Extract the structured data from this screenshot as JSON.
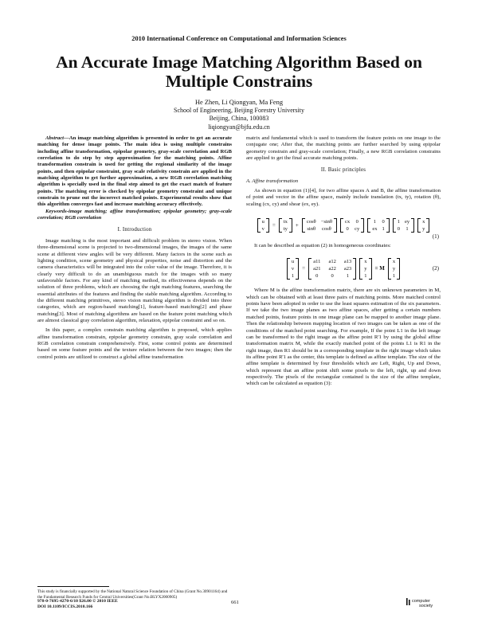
{
  "conference": "2010 International Conference on Computational and Information Sciences",
  "title": "An Accurate Image Matching Algorithm Based on Multiple Constrains",
  "authors": {
    "names": "He Zhen, Li Qiongyan, Ma Feng",
    "affiliation": "School of Engineering, Beijing Forestry University",
    "city": "Beijing, China,  100083",
    "email": "liqiongyan@bjfu.edu.cn"
  },
  "abstract": {
    "label": "Abstract",
    "text": "—An image matching algorithm is presented in order to get an accurate matching for dense image points. The main idea is using multiple constrains including affine transformation, epipolar geometry, gray-scale correlation and RGB correlation to do step by step approximation for the matching points. Affine transformation constrain is used for getting the regional similarity of the image points, and then epipolar constraint, gray scale relativity constrain are applied in the matching algorithm to get further approximation, a new RGB correlation matching algorithm is specially used in the final step aimed to get the exact match of feature points. The matching error is checked by epipolar geometry constraint and unique constrain to prune out the incorrect matched points. Experimental results show that this algorithm converges fast and increase matching accuracy effectively.",
    "keywords": "Keywords-image matching; affine transformation; epipolar geometry; gray-scale correlation; RGB correlation"
  },
  "section1": {
    "heading": "I.     Introduction",
    "p1": "Image matching is the most important and difficult problem in stereo vision. When three-dimensional scene is projected to two-dimensional images, the images of the same scene at different view angles will be very different. Many factors in the scene such as lighting condition, scene geometry and physical properties, noise and distortion and the camera characteristics will be integrated into the color value of the image. Therefore, it is clearly very difficult to do an unambiguous match for the images with so many unfavorable factors. For any kind of matching method, its effectiveness depends on the solution of three problems, which are choosing the right matching features, searching the essential attributes of the features and finding the stable matching algorithm. According to the different matching primitives, stereo vision matching algorithm is divided into three categories, which are region-based matching[1], feature-based matching[2] and phase matching[3]. Most of matching algorithms are based on the feature point matching which are almost classical gray correlation algorithm, relaxation, epipolar constraint and so on.",
    "p2": "In this paper, a complex constrain matching algorithm is proposed, which applies affine transformation constrain, epipolar geometry constrain, gray scale correlation and RGB correlation constrain comprehensively. First, some control points are determined based on some feature points and the texture relation between the two images; then the control points are utilized to construct a global affine transformation"
  },
  "right_col": {
    "p0": "matrix and fundamental which is used to transform the feature points on one image to the conjugate one; After that, the matching points are further searched by using epipolar geometry constrain and gray-scale correlation; Finally, a new RGB correlation constrains are applied to get the final accurate matching points.",
    "section2_heading": "II.     Basic principles",
    "subsection_a": "A.   Affine transformation",
    "p1": "As shown in equation (1)[4], for two affine spaces A and B, the affine transformation of point and vector in the affine space, mainly include translation (tx, ty), rotation (θ), scaling (cx, cy) and shear (ex, ey).",
    "eq1_number": "(1)",
    "p2": "It can be described as equation (2) in homogeneous coordinates:",
    "eq2_number": "(2)",
    "p3": "Where M is the affine transformation matrix, there are six unknown parameters in M, which can be obtained with at least three pairs of matching points. More matched control points have been adopted in order to use the least squares estimation of the six parameters. If we take the two image planes as two affine spaces, after getting a certain numbers matched points, feature points in one image plane can be mapped to another image plane. Then the relationship between mapping location of two images can be taken as one of the conditions of the matched point searching. For example, If the point L1 in the left image can be transformed to the right image as the affine point R'1 by using the global affine transformation matrix M, while the exactly matched point of the points L1 is R1 in the right image, then R1 should be in a corresponding template in the right image which takes its affine point R'1 as the center, this template is defined as affine template. The size of the affine template is determined by four thresholds which are Left, Right, Up and Down, which represent that an affine point shift some pixels to the left, right, up and down respectively. The pixels of the rectangular contained is the size of the affine template, which can be calculated as equation (3):"
  },
  "eq1": {
    "lhs": [
      "u",
      "v"
    ],
    "t": [
      "tx",
      "ty"
    ],
    "rot": [
      [
        "cosθ",
        "−sinθ"
      ],
      [
        "sinθ",
        "cosθ"
      ]
    ],
    "scale": [
      [
        "cx",
        "0"
      ],
      [
        "0",
        "cy"
      ]
    ],
    "shear1": [
      [
        "1",
        "0"
      ],
      [
        "ex",
        "1"
      ]
    ],
    "shear2": [
      [
        "1",
        "ey"
      ],
      [
        "0",
        "1"
      ]
    ],
    "xv": [
      "x",
      "y"
    ]
  },
  "eq2": {
    "lhs": [
      "u",
      "v",
      "1"
    ],
    "mat": [
      [
        "a11",
        "a12",
        "a13"
      ],
      [
        "a21",
        "a22",
        "a23"
      ],
      [
        "0",
        "0",
        "1"
      ]
    ],
    "xv": [
      "x",
      "y",
      "1"
    ],
    "mid": "= M",
    "xv2": [
      "x",
      "y",
      "1"
    ]
  },
  "footnote": "This study is financially supported by the National Natural Science Foundation of China (Grant No.30901164) and the Fundamental Research Funds for Central Universities(Grant No.BLYX2000905)",
  "footer": {
    "isbn": "978-0-7695-4270-6/10 $26.00 © 2010 IEEE",
    "doi": "DOI 10.1109/ICCIS.2010.166",
    "page": "661",
    "logo": "computer society"
  }
}
